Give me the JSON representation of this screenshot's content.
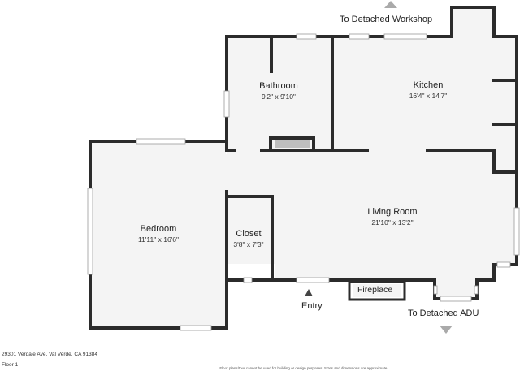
{
  "rooms": {
    "bathroom": {
      "name": "Bathroom",
      "dims": "9'2\" x 9'10\""
    },
    "kitchen": {
      "name": "Kitchen",
      "dims": "16'4\" x 14'7\""
    },
    "bedroom": {
      "name": "Bedroom",
      "dims": "11'11\" x 16'6\""
    },
    "closet": {
      "name": "Closet",
      "dims": "3'8\" x 7'3\""
    },
    "living_room": {
      "name": "Living Room",
      "dims": "21'10\" x 13'2\""
    }
  },
  "features": {
    "fireplace": "Fireplace",
    "entry": "Entry"
  },
  "directions": {
    "workshop": "To Detached Workshop",
    "adu": "To Detached ADU"
  },
  "footer": {
    "address": "29301 Verdale Ave, Val Verde, CA 91384",
    "floor": "Floor 1",
    "disclaimer": "Floor plans/tour cannot be used for building or design purposes. Sizes and dimensions are approximate."
  },
  "colors": {
    "wall": "#2b2b2b",
    "floor": "#f4f4f4",
    "window": "#e6e6e6",
    "arrow": "#aaaaaa"
  }
}
